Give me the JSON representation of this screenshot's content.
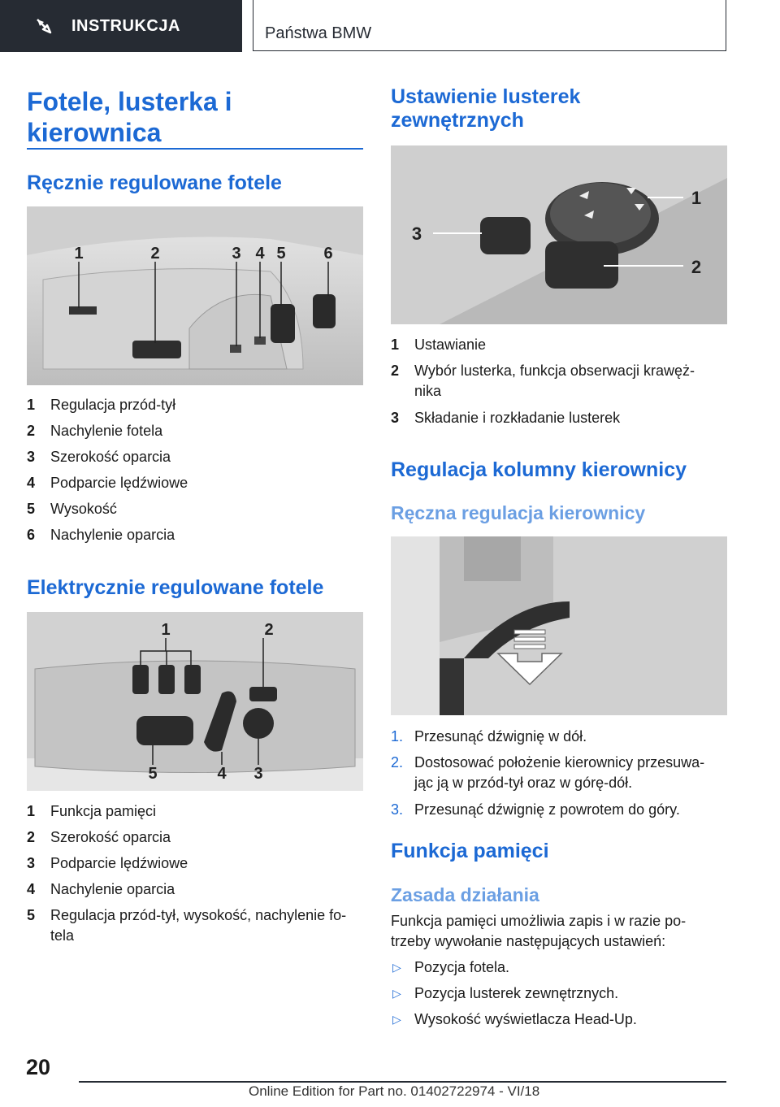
{
  "header": {
    "tab_label": "INSTRUKCJA",
    "section_label": "Państwa BMW"
  },
  "left": {
    "title_line1": "Fotele, lusterka i",
    "title_line2": "kierownica",
    "manual_seats": {
      "heading": "Ręcznie regulowane fotele",
      "image_labels": [
        "1",
        "2",
        "3",
        "4",
        "5",
        "6"
      ],
      "items": [
        {
          "n": "1",
          "text": "Regulacja przód-tył"
        },
        {
          "n": "2",
          "text": "Nachylenie fotela"
        },
        {
          "n": "3",
          "text": "Szerokość oparcia"
        },
        {
          "n": "4",
          "text": "Podparcie lędźwiowe"
        },
        {
          "n": "5",
          "text": "Wysokość"
        },
        {
          "n": "6",
          "text": "Nachylenie oparcia"
        }
      ]
    },
    "electric_seats": {
      "heading": "Elektrycznie regulowane fotele",
      "image_labels": [
        "1",
        "2",
        "3",
        "4",
        "5"
      ],
      "items": [
        {
          "n": "1",
          "text": "Funkcja pamięci"
        },
        {
          "n": "2",
          "text": "Szerokość oparcia"
        },
        {
          "n": "3",
          "text": "Podparcie lędźwiowe"
        },
        {
          "n": "4",
          "text": "Nachylenie oparcia"
        },
        {
          "n": "5",
          "text_l1": "Regulacja przód-tył, wysokość, nachylenie fo-",
          "text_l2": "tela"
        }
      ]
    }
  },
  "right": {
    "mirrors": {
      "heading_l1": "Ustawienie lusterek",
      "heading_l2": "zewnętrznych",
      "image_labels": [
        "1",
        "2",
        "3"
      ],
      "items": [
        {
          "n": "1",
          "text": "Ustawianie"
        },
        {
          "n": "2",
          "text_l1": "Wybór lusterka, funkcja obserwacji krawęż-",
          "text_l2": "nika"
        },
        {
          "n": "3",
          "text": "Składanie i rozkładanie lusterek"
        }
      ]
    },
    "steering": {
      "heading": "Regulacja kolumny kierownicy",
      "subheading": "Ręczna regulacja kierownicy",
      "steps": [
        {
          "n": "1.",
          "text": "Przesunąć dźwignię w dół."
        },
        {
          "n": "2.",
          "text_l1": "Dostosować położenie kierownicy przesuwa-",
          "text_l2": "jąc ją w przód-tył oraz w górę-dół."
        },
        {
          "n": "3.",
          "text": "Przesunąć dźwignię z powrotem do góry."
        }
      ]
    },
    "memory": {
      "heading": "Funkcja pamięci",
      "subheading": "Zasada działania",
      "para_l1": "Funkcja pamięci umożliwia zapis i w razie po-",
      "para_l2": "trzeby wywołanie następujących ustawień:",
      "bullets": [
        "Pozycja fotela.",
        "Pozycja lusterek zewnętrznych.",
        "Wysokość wyświetlacza Head-Up."
      ]
    }
  },
  "footer": {
    "page_number": "20",
    "edition": "Online Edition for Part no. 01402722974 - VI/18"
  }
}
